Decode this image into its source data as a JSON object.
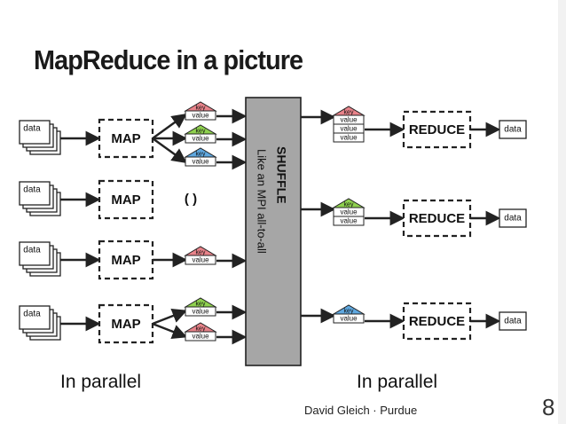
{
  "slide": {
    "title": "MapReduce in a picture",
    "footer": "David Gleich · Purdue",
    "page_number": "8"
  },
  "diagram": {
    "data_label": "data",
    "map_label": "MAP",
    "reduce_label": "REDUCE",
    "key_label": "key",
    "value_label": "value",
    "empty_output": "( )",
    "shuffle_title": "SHUFFLE",
    "shuffle_subtitle": "Like an MPI all-to-all",
    "parallel_left": "In parallel",
    "parallel_right": "In parallel",
    "colors": {
      "red_key": "#e8838a",
      "green_key": "#8fd14f",
      "blue_key": "#5fa8e0",
      "shuffle_fill": "#a6a6a6",
      "stroke": "#222222"
    },
    "map_outputs": [
      {
        "map": 1,
        "pairs": [
          {
            "key": "red",
            "values": 1
          },
          {
            "key": "green",
            "values": 1
          },
          {
            "key": "blue",
            "values": 1
          }
        ]
      },
      {
        "map": 2,
        "pairs": []
      },
      {
        "map": 3,
        "pairs": [
          {
            "key": "red",
            "values": 1
          }
        ]
      },
      {
        "map": 4,
        "pairs": [
          {
            "key": "green",
            "values": 1
          },
          {
            "key": "red",
            "values": 1
          }
        ]
      }
    ],
    "reduce_inputs": [
      {
        "reduce": 1,
        "key": "red",
        "values": 3
      },
      {
        "reduce": 2,
        "key": "green",
        "values": 2
      },
      {
        "reduce": 3,
        "key": "blue",
        "values": 1
      }
    ]
  }
}
